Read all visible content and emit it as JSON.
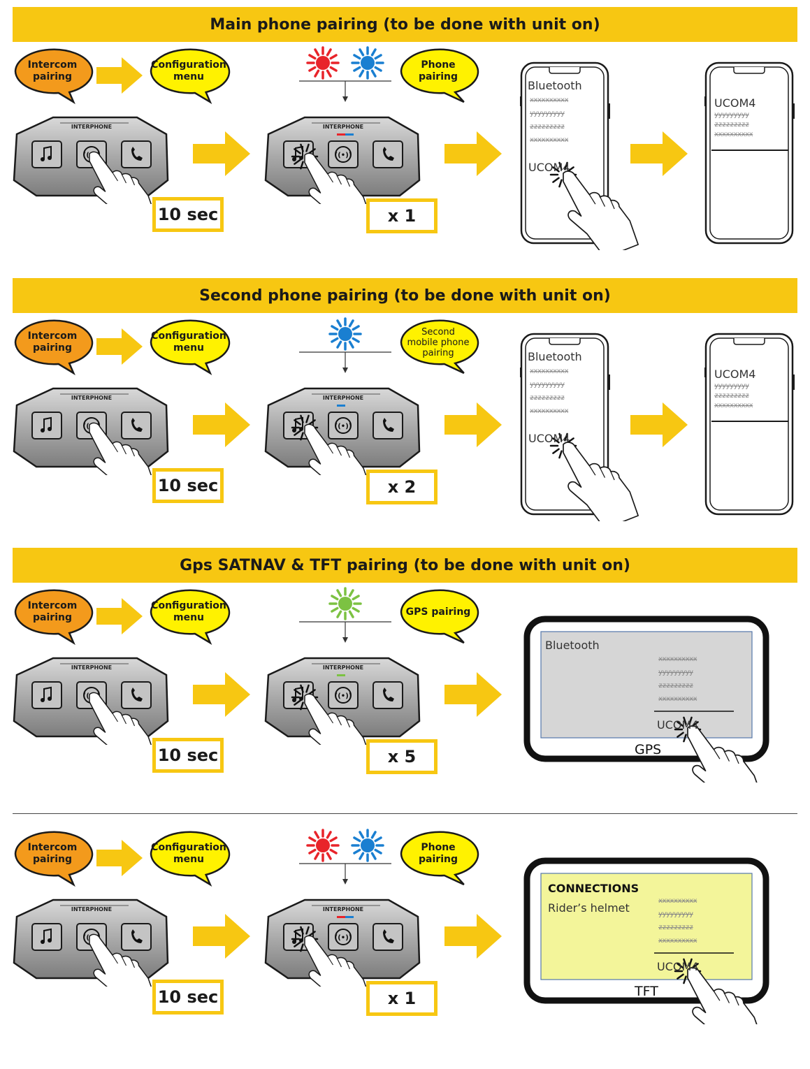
{
  "sections": [
    {
      "banner": "Main phone pairing (to be done with unit on)",
      "bubble_intercom": [
        "Intercom",
        "pairing"
      ],
      "bubble_config": [
        "Configuration",
        "menu"
      ],
      "bubble_mode": [
        "Phone",
        "pairing"
      ],
      "leds": [
        "red",
        "blue"
      ],
      "hold_label": "10 sec",
      "press_label": "x 1",
      "target": "phone",
      "screen_title": "Bluetooth",
      "list_items": [
        "xxxxxxxxxx",
        "yyyyyyyyy",
        "zzzzzzzzz",
        "xxxxxxxxxx"
      ],
      "device_name": "UCOM4"
    },
    {
      "banner": "Second phone pairing (to be done with unit on)",
      "bubble_intercom": [
        "Intercom",
        "pairing"
      ],
      "bubble_config": [
        "Configuration",
        "menu"
      ],
      "bubble_mode": [
        "Second",
        "mobile phone",
        "pairing"
      ],
      "leds": [
        "blue"
      ],
      "hold_label": "10 sec",
      "press_label": "x 2",
      "target": "phone",
      "screen_title": "Bluetooth",
      "list_items": [
        "xxxxxxxxxx",
        "yyyyyyyyy",
        "zzzzzzzzz",
        "xxxxxxxxxx"
      ],
      "device_name": "UCOM4"
    },
    {
      "banner": "Gps SATNAV & TFT pairing (to be done with unit on)",
      "bubble_intercom": [
        "Intercom",
        "pairing"
      ],
      "bubble_config": [
        "Configuration",
        "menu"
      ],
      "bubble_mode": [
        "GPS pairing"
      ],
      "leds": [
        "green"
      ],
      "hold_label": "10 sec",
      "press_label": "x 5",
      "target": "gps",
      "screen_title": "Bluetooth",
      "list_items": [
        "xxxxxxxxxx",
        "yyyyyyyyy",
        "zzzzzzzzz",
        "xxxxxxxxxx"
      ],
      "device_name": "UCOM4",
      "monitor_label": "GPS"
    },
    {
      "banner": "",
      "bubble_intercom": [
        "Intercom",
        "pairing"
      ],
      "bubble_config": [
        "Configuration",
        "menu"
      ],
      "bubble_mode": [
        "Phone",
        "pairing"
      ],
      "leds": [
        "red",
        "blue"
      ],
      "hold_label": "10 sec",
      "press_label": "x 1",
      "target": "tft",
      "screen_title": "CONNECTIONS",
      "screen_subtitle": "Rider’s helmet",
      "list_items": [
        "xxxxxxxxxx",
        "yyyyyyyyy",
        "zzzzzzzzz",
        "xxxxxxxxxx"
      ],
      "device_name": "UCOM4",
      "monitor_label": "TFT"
    }
  ],
  "colors": {
    "banner": "#f7c712",
    "arrow": "#f7c712",
    "intercom_bubble": "#f39a1c",
    "config_bubble": "#fff200",
    "led_red": "#e8242a",
    "led_blue": "#1a7fd1",
    "led_green": "#7cc242",
    "gps_screen": "#d6d6d6",
    "tft_screen": "#f3f59a"
  },
  "icons": [
    "music-note-icon",
    "intercom-icon",
    "phone-icon",
    "pointing-hand-icon",
    "tap-burst-icon"
  ]
}
